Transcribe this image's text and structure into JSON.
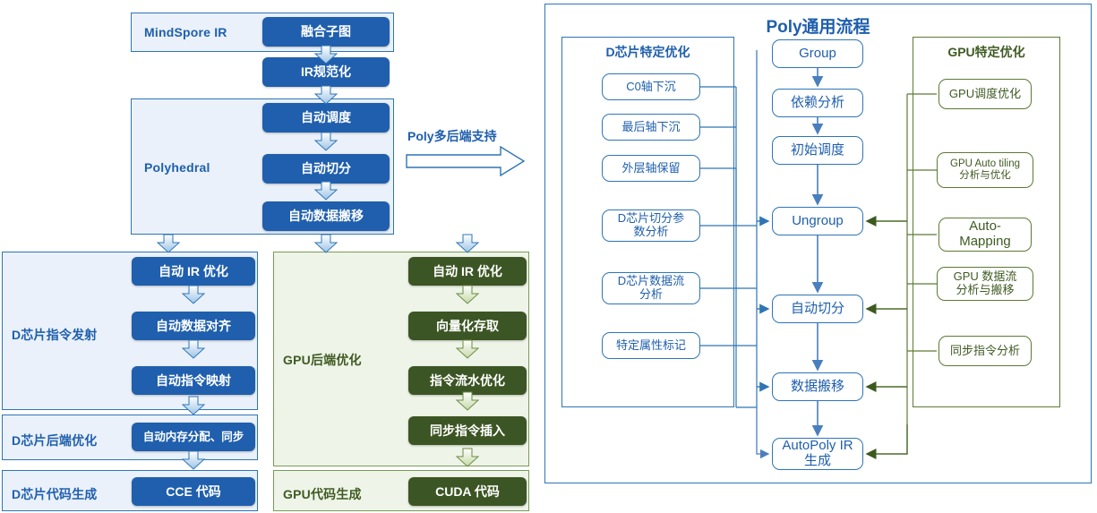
{
  "left_flow": {
    "groups": [
      {
        "id": "mindspore",
        "label": "MindSpore IR"
      },
      {
        "id": "polyhedral",
        "label": "Polyhedral"
      },
      {
        "id": "dchip_issue",
        "label": "D芯片指令发射"
      },
      {
        "id": "dchip_backend",
        "label": "D芯片后端优化"
      },
      {
        "id": "dchip_codegen",
        "label": "D芯片代码生成"
      },
      {
        "id": "gpu_backend",
        "label": "GPU后端优化"
      },
      {
        "id": "gpu_codegen",
        "label": "GPU代码生成"
      }
    ],
    "steps": [
      {
        "id": "fuse-subgraph",
        "label": "融合子图"
      },
      {
        "id": "ir-normalize",
        "label": "IR规范化"
      },
      {
        "id": "auto-schedule",
        "label": "自动调度"
      },
      {
        "id": "auto-tiling",
        "label": "自动切分"
      },
      {
        "id": "auto-data-move",
        "label": "自动数据搬移"
      },
      {
        "id": "d-auto-ir-opt",
        "label": "自动 IR 优化"
      },
      {
        "id": "d-auto-data-align",
        "label": "自动数据对齐"
      },
      {
        "id": "d-auto-inst-map",
        "label": "自动指令映射"
      },
      {
        "id": "d-mem-alloc-sync",
        "label": "自动内存分配、同步"
      },
      {
        "id": "cce-code",
        "label": "CCE 代码"
      },
      {
        "id": "g-auto-ir-opt",
        "label": "自动 IR 优化"
      },
      {
        "id": "g-vectorize",
        "label": "向量化存取"
      },
      {
        "id": "g-pipeline-opt",
        "label": "指令流水优化"
      },
      {
        "id": "g-sync-insert",
        "label": "同步指令插入"
      },
      {
        "id": "cuda-code",
        "label": "CUDA 代码"
      }
    ]
  },
  "bridge": {
    "label": "Poly多后端支持"
  },
  "right_panel": {
    "title": "Poly通用流程",
    "d_column": {
      "title": "D芯片特定优化",
      "items": [
        {
          "id": "c0-axis-sink",
          "label": "C0轴下沉"
        },
        {
          "id": "last-axis-sink",
          "label": "最后轴下沉"
        },
        {
          "id": "outer-axis-keep",
          "label": "外层轴保留"
        },
        {
          "id": "d-tiling-param",
          "label": "D芯片切分参\n数分析"
        },
        {
          "id": "d-dataflow",
          "label": "D芯片数据流\n分析"
        },
        {
          "id": "specific-attr-tag",
          "label": "特定属性标记"
        }
      ]
    },
    "center_column": {
      "items": [
        {
          "id": "group",
          "label": "Group"
        },
        {
          "id": "dependency-analysis",
          "label": "依赖分析"
        },
        {
          "id": "initial-schedule",
          "label": "初始调度"
        },
        {
          "id": "ungroup",
          "label": "Ungroup"
        },
        {
          "id": "auto-tiling",
          "label": "自动切分"
        },
        {
          "id": "data-move",
          "label": "数据搬移"
        },
        {
          "id": "autopoly-ir-gen",
          "label": "AutoPoly IR\n生成"
        }
      ]
    },
    "gpu_column": {
      "title": "GPU特定优化",
      "items": [
        {
          "id": "gpu-schedule-opt",
          "label": "GPU调度优化"
        },
        {
          "id": "gpu-auto-tiling",
          "label": "GPU Auto tiling\n分析与优化"
        },
        {
          "id": "auto-mapping",
          "label": "Auto-\nMapping"
        },
        {
          "id": "gpu-dataflow",
          "label": "GPU 数据流\n分析与搬移"
        },
        {
          "id": "sync-inst-analysis",
          "label": "同步指令分析"
        }
      ]
    }
  },
  "colors": {
    "blue_fill": "#1f5fad",
    "blue_border": "#2e75b6",
    "blue_bg": "#eaf1fa",
    "green_fill": "#3c5524",
    "green_border": "#5c7a34",
    "green_bg": "#eef4e8",
    "green_text": "#3f5a22"
  }
}
